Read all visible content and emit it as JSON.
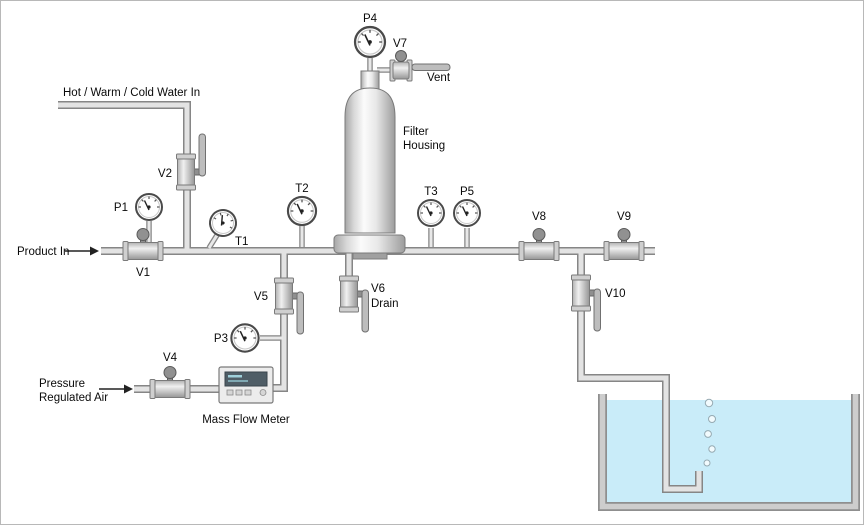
{
  "diagram": {
    "annotations": {
      "water_in": "Hot / Warm / Cold Water In",
      "product_in": "Product In",
      "pressure_air_1": "Pressure",
      "pressure_air_2": "Regulated Air",
      "mass_flow_meter": "Mass Flow Meter",
      "filter_housing_1": "Filter",
      "filter_housing_2": "Housing",
      "vent": "Vent",
      "drain": "Drain"
    },
    "valves": {
      "v1": "V1",
      "v2": "V2",
      "v4": "V4",
      "v5": "V5",
      "v6": "V6",
      "v7": "V7",
      "v8": "V8",
      "v9": "V9",
      "v10": "V10"
    },
    "gauges": {
      "p1": "P1",
      "p3": "P3",
      "p4": "P4",
      "p5": "P5",
      "t1": "T1",
      "t2": "T2",
      "t3": "T3"
    },
    "colors": {
      "water": "#c9ecf9",
      "pipe_fill": "#e3e3e3",
      "pipe_outline": "#868686",
      "metal_light": "#f0f0f0",
      "metal_dark": "#969696",
      "text": "#0a0a0a"
    }
  }
}
